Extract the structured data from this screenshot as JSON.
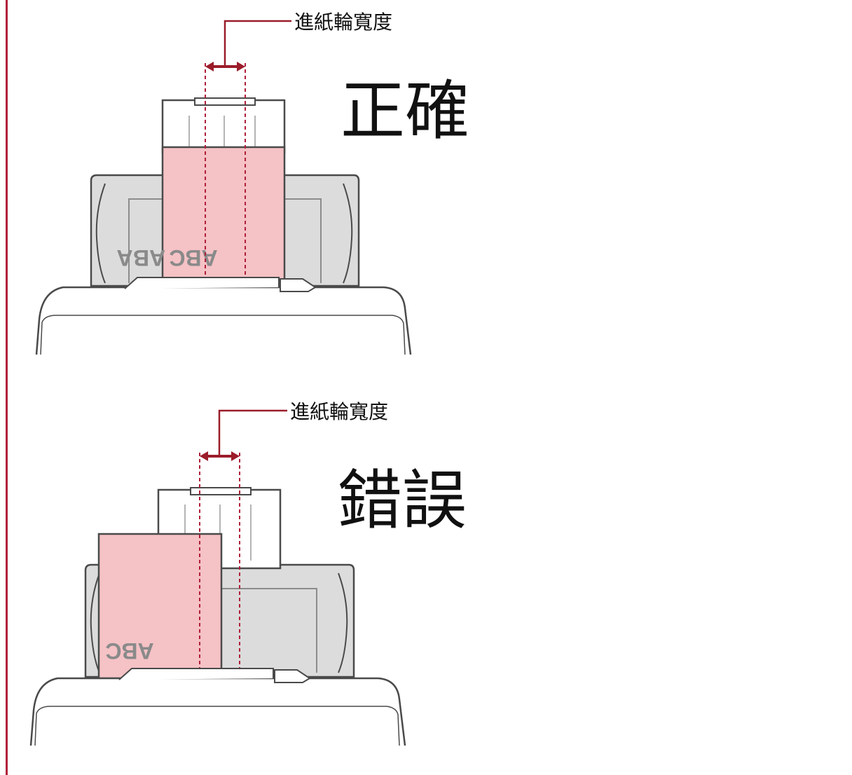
{
  "colors": {
    "border": "#b0203a",
    "paper_fill": "#f5c2c5",
    "arrow": "#9b1c2a",
    "guide_fill": "#dcdcdc",
    "device_stroke": "#4a4a4a"
  },
  "panels": [
    {
      "id": "correct",
      "callout_label": "進紙輪寬度",
      "verdict": "正確",
      "paper_text": "ABC",
      "guide_marks": [
        "A",
        "AB"
      ]
    },
    {
      "id": "incorrect",
      "callout_label": "進紙輪寬度",
      "verdict": "錯誤",
      "paper_text": "ABC"
    }
  ]
}
